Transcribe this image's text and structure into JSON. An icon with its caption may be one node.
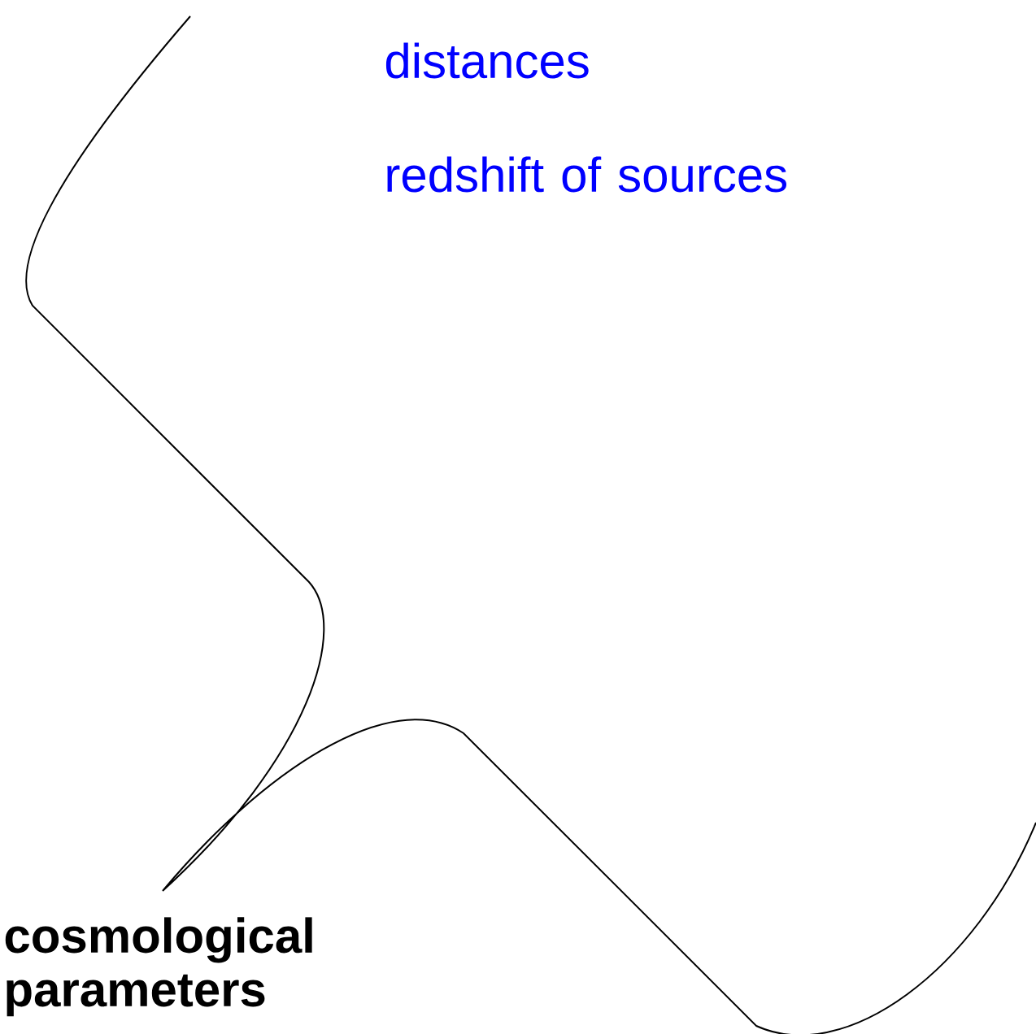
{
  "diagram": {
    "labels": [
      "distances",
      "redshift of sources",
      "cosmological parameters"
    ]
  }
}
